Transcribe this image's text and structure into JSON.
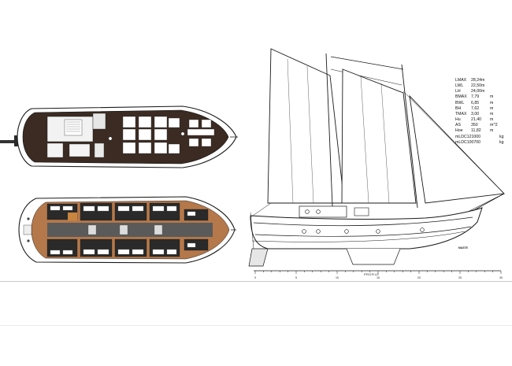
{
  "specs": [
    {
      "label": "LMAX",
      "value": "28,24m",
      "unit": ""
    },
    {
      "label": "LWL",
      "value": "22,50m",
      "unit": ""
    },
    {
      "label": "LH",
      "value": "24,00m",
      "unit": ""
    },
    {
      "label": "BMAX",
      "value": "7,79",
      "unit": "m"
    },
    {
      "label": "BWL",
      "value": "6,85",
      "unit": "m"
    },
    {
      "label": "BH",
      "value": "7,62",
      "unit": "m"
    },
    {
      "label": "TMAX",
      "value": "3,00",
      "unit": "m"
    },
    {
      "label": "Hu",
      "value": "21,40",
      "unit": "m"
    },
    {
      "label": "AS",
      "value": "350",
      "unit": "m^2"
    },
    {
      "label": "Hoe",
      "value": "11,82",
      "unit": "m"
    },
    {
      "label": "mLDC121000",
      "value": "",
      "unit": "kg",
      "wide": true
    },
    {
      "label": "mLDC100700",
      "value": "",
      "unit": "kg",
      "wide": true
    }
  ],
  "profile_caption": "PROFILE",
  "ruler_ticks": [
    "0",
    "5",
    "10",
    "15",
    "20",
    "25",
    "30"
  ],
  "small_tag": "MASTE",
  "colors": {
    "deck_dark": "#3b2b22",
    "hull_line": "#1a1a1a",
    "plank_wood": "#b5784a",
    "cabin_dark": "#2a2a2a"
  }
}
